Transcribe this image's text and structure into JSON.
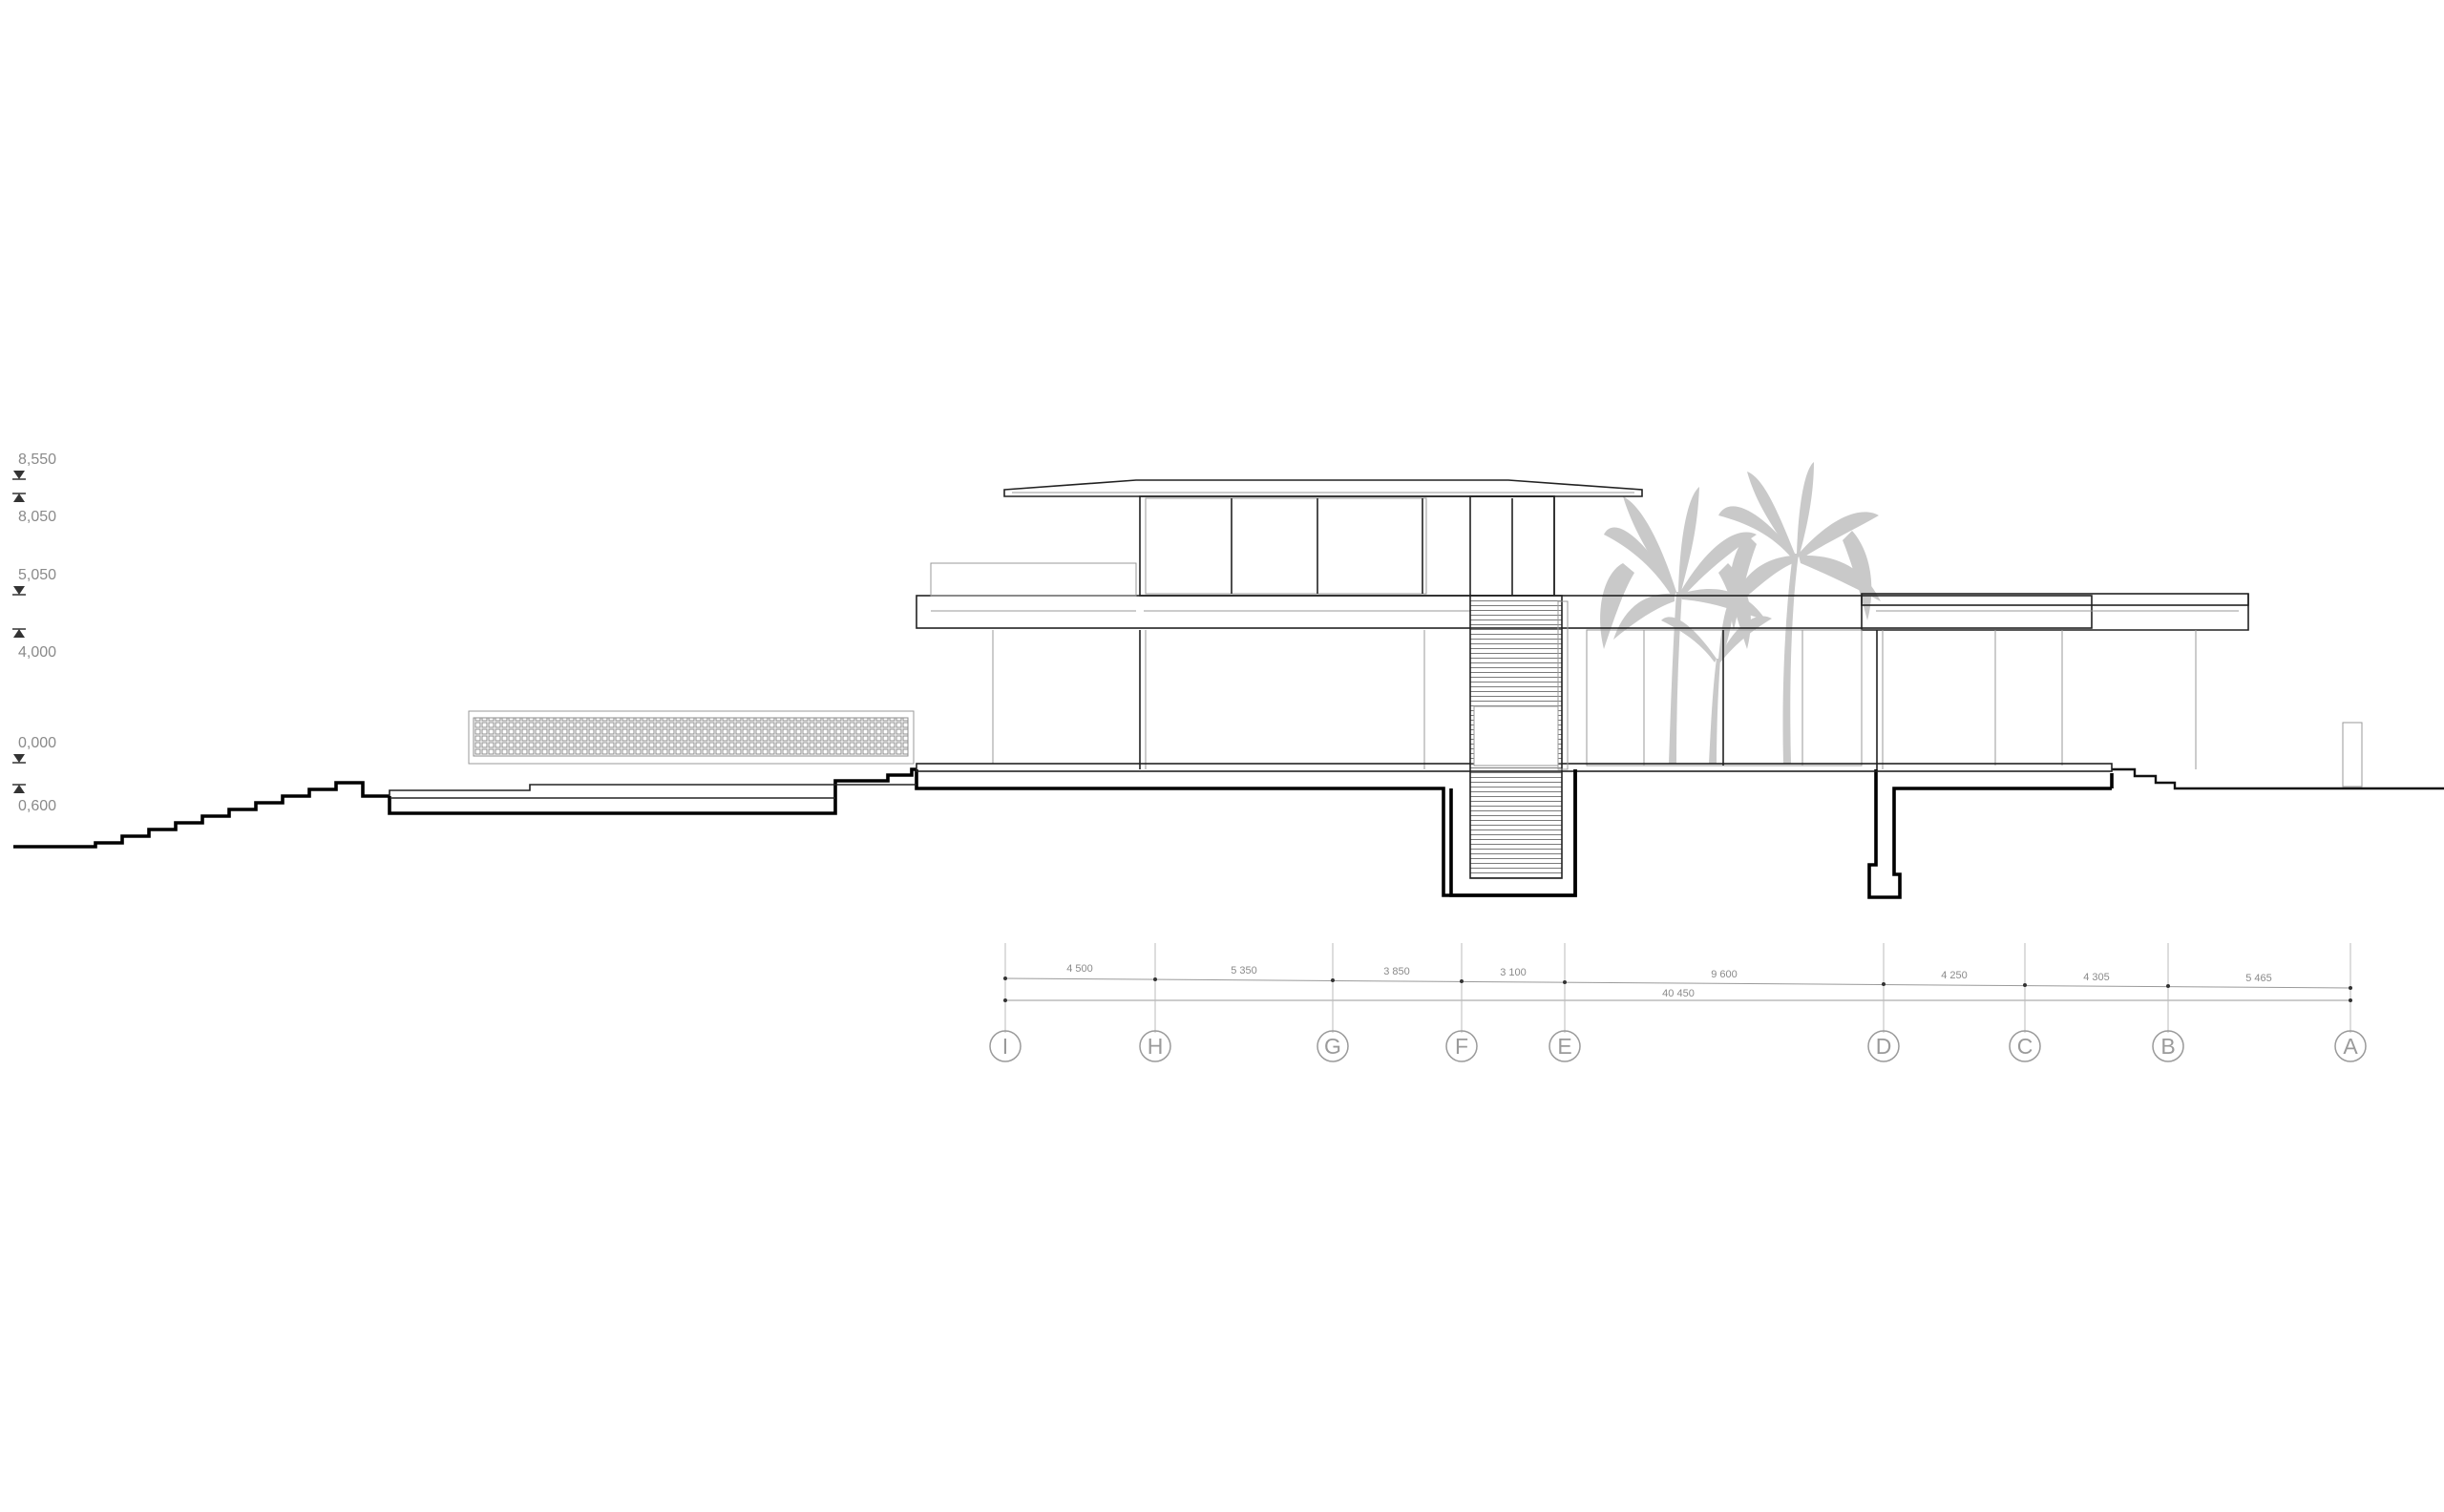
{
  "levels": [
    {
      "label": "8,550",
      "dir": "down"
    },
    {
      "label": "8,050",
      "dir": "up"
    },
    {
      "label": "5,050",
      "dir": "down"
    },
    {
      "label": "4,000",
      "dir": "up"
    },
    {
      "label": "0,000",
      "dir": "down"
    },
    {
      "label": "0,600",
      "dir": "up"
    }
  ],
  "grid_axes": [
    "I",
    "H",
    "G",
    "F",
    "E",
    "D",
    "C",
    "B",
    "A"
  ],
  "dimensions": {
    "spans": [
      "4 500",
      "5 350",
      "3 850",
      "3 100",
      "9 600",
      "4 250",
      "4 305",
      "5 465"
    ],
    "total": "40 450"
  }
}
